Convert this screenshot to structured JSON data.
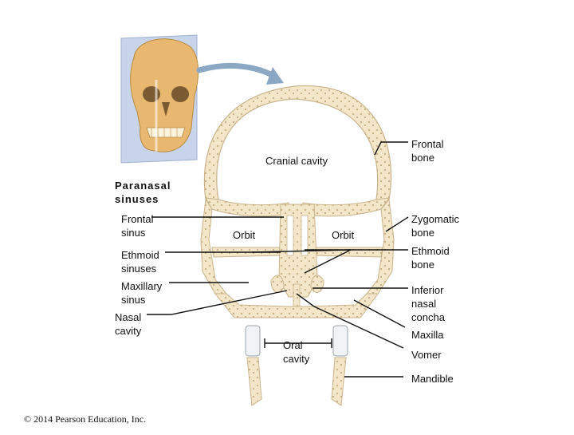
{
  "labels": {
    "cranial_cavity": "Cranial cavity",
    "frontal_bone": "Frontal\nbone",
    "paranasal_sinuses": "Paranasal\nsinuses",
    "frontal_sinus": "Frontal\nsinus",
    "orbit_left": "Orbit",
    "orbit_right": "Orbit",
    "zygomatic_bone": "Zygomatic\nbone",
    "ethmoid_sinuses": "Ethmoid\nsinuses",
    "ethmoid_bone": "Ethmoid\nbone",
    "maxillary_sinus": "Maxillary\nsinus",
    "inferior_nasal_concha": "Inferior\nnasal\nconcha",
    "nasal_cavity": "Nasal\ncavity",
    "maxilla": "Maxilla",
    "oral_cavity": "Oral\ncavity",
    "vomer": "Vomer",
    "mandible": "Mandible"
  },
  "copyright": "© 2014 Pearson Education, Inc.",
  "colors": {
    "bone": "#f3e6c9",
    "bone_edge": "#c9b48c",
    "skull": "#e8b870",
    "panel": "#c8d4ea",
    "arrow": "#8aa8c4"
  }
}
